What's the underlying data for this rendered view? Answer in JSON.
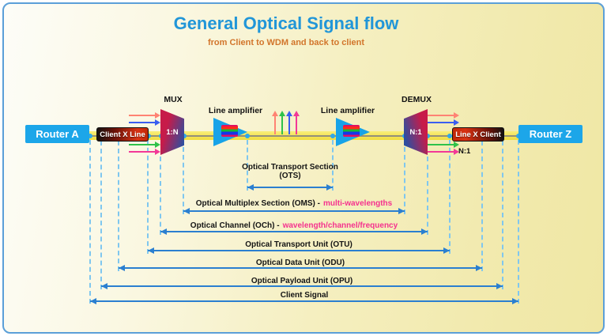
{
  "title": "General Optical Signal flow",
  "subtitle": "from Client to WDM and back to client",
  "nodes": {
    "router_a": "Router A",
    "router_z": "Router Z",
    "client_transponder": "Client X Line",
    "line_transponder": "Line X Client",
    "mux": {
      "label": "MUX",
      "ratio": "1:N"
    },
    "demux": {
      "label": "DEMUX",
      "ratio": "N:1",
      "ratio_callout": "N:1"
    },
    "amplifier_left": "Line amplifier",
    "amplifier_right": "Line amplifier"
  },
  "layers": [
    {
      "abbr": "OTS",
      "label": "Optical Transport Section",
      "label2": "(OTS)",
      "annotation": ""
    },
    {
      "abbr": "OMS",
      "label": "Optical Multiplex Section (OMS) -",
      "annotation": "multi-wavelengths"
    },
    {
      "abbr": "OCh",
      "label": "Optical Channel (OCh) -",
      "annotation": "wavelength/channel/frequency"
    },
    {
      "abbr": "OTU",
      "label": "Optical Transport Unit (OTU)",
      "annotation": ""
    },
    {
      "abbr": "ODU",
      "label": "Optical Data Unit (ODU)",
      "annotation": ""
    },
    {
      "abbr": "OPU",
      "label": "Optical Payload Unit (OPU)",
      "annotation": ""
    },
    {
      "abbr": "CS",
      "label": "Client Signal",
      "annotation": ""
    }
  ],
  "colors": {
    "title_blue": "#2196d8",
    "subtitle_orange": "#d2752b",
    "router_blue": "#1ca6e9",
    "fiber_yellow": "#f1dd3e",
    "span_arrow_blue": "#2b7fd0",
    "guide_dash_blue": "#7fc7ef",
    "annotation_pink": "#f5318e",
    "mux_red": "#c71b49",
    "mux_blue": "#2d4fa0",
    "amplifier_blue": "#17a3e8",
    "wavelength_colors": [
      "#ff8373",
      "#3a5ef0",
      "#2fc24a",
      "#f23897"
    ]
  }
}
